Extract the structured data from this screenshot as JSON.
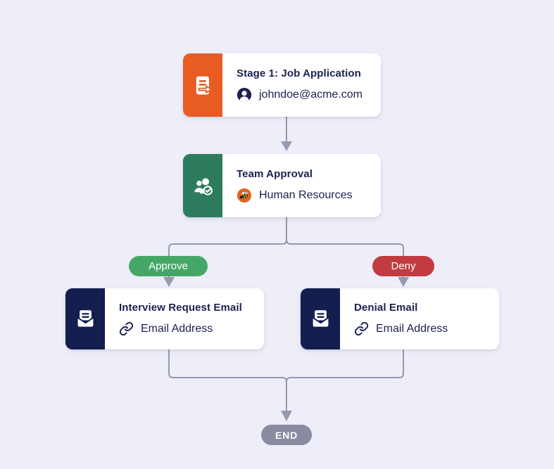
{
  "colors": {
    "bg": "#EEEEF9",
    "card": "#FFFFFF",
    "connector": "#9898AE",
    "navy-text": "#1B2150",
    "orange": "#E85C23",
    "green": "#2E7C5E",
    "navy-tile": "#141E4F",
    "approve": "#45A767",
    "deny": "#C13B40",
    "end": "#8A8AA1",
    "bee-avatar-bg": "#E2661F"
  },
  "nodes": [
    {
      "title": "Stage 1: Job Application",
      "subtitle": "johndoe@acme.com",
      "icon": "document-export-icon",
      "subtitle_icon": "user-avatar-icon"
    },
    {
      "title": "Team Approval",
      "subtitle": "Human Resources",
      "icon": "team-check-icon",
      "subtitle_icon": "bee-avatar-icon"
    },
    {
      "title": "Interview Request Email",
      "subtitle": "Email Address",
      "icon": "open-envelope-icon",
      "subtitle_icon": "link-icon"
    },
    {
      "title": "Denial Email",
      "subtitle": "Email Address",
      "icon": "open-envelope-icon",
      "subtitle_icon": "link-icon"
    }
  ],
  "edge_labels": {
    "approve": "Approve",
    "deny": "Deny",
    "end": "END"
  }
}
